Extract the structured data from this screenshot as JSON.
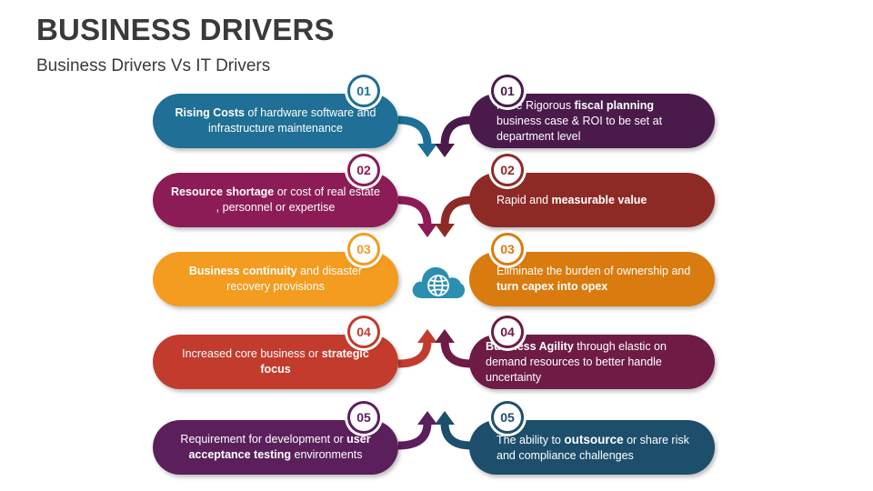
{
  "title": "BUSINESS DRIVERS",
  "subtitle": "Business Drivers Vs IT Drivers",
  "left_items": [
    {
      "num": "01",
      "bold": "Rising Costs",
      "rest": " of hardware software and infrastructure maintenance",
      "color": "#1f6f96"
    },
    {
      "num": "02",
      "bold": "Resource shortage",
      "rest": " or cost of real estate , personnel or expertise",
      "color": "#8c1c56"
    },
    {
      "num": "03",
      "bold": "Business continuity",
      "rest": " and disaster recovery provisions",
      "color": "#f39c1f"
    },
    {
      "num": "04",
      "pre": "Increased core business or ",
      "bold": "strategic focus",
      "color": "#c23b2d"
    },
    {
      "num": "05",
      "pre": "Requirement for development or ",
      "bold": "user acceptance testing",
      "rest": " environments",
      "color": "#5b1f5c"
    }
  ],
  "right_items": [
    {
      "num": "01",
      "pre": "More Rigorous ",
      "bold": "fiscal planning",
      "rest": " business case & ROI to be set at department level",
      "color": "#4a1a4b"
    },
    {
      "num": "02",
      "pre": "Rapid and ",
      "bold": "measurable value",
      "color": "#8e2a26"
    },
    {
      "num": "03",
      "pre": "Eliminate the burden of ownership and ",
      "bold": "turn capex into opex",
      "color": "#d97b0e"
    },
    {
      "num": "04",
      "bold": "Business Agility",
      "rest": " through elastic on demand resources to better handle uncertainty",
      "color": "#6e1b45"
    },
    {
      "num": "05",
      "pre": "The ability to ",
      "bold": "outsource",
      "rest": " or share risk and compliance challenges",
      "color": "#1d4e6b"
    }
  ],
  "icons": {
    "center": "cloud-globe-icon",
    "cloud_color": "#2c8fae"
  }
}
